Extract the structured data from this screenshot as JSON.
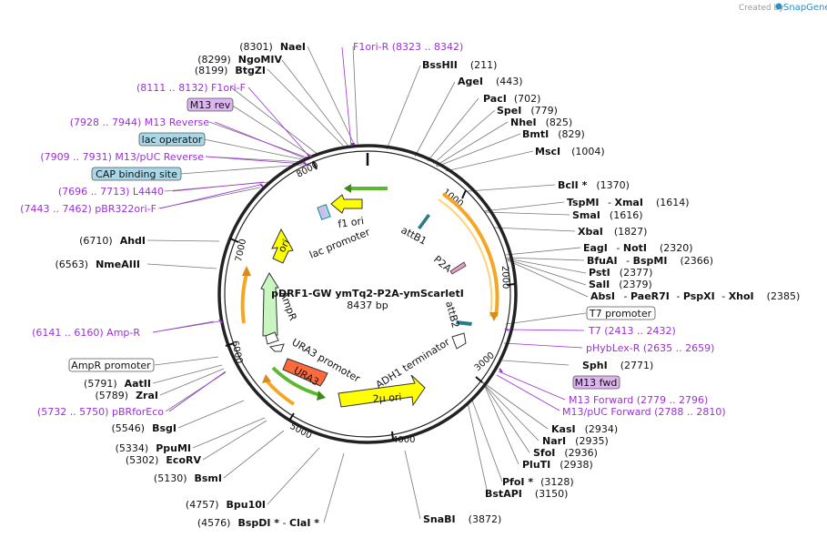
{
  "credit": {
    "prefix": "Created by",
    "brand": "SnapGene"
  },
  "plasmid": {
    "name": "pDRF1-GW ymTq2-P2A-ymScarletI",
    "length": "8437 bp"
  },
  "ticks": [
    "1000",
    "2000",
    "3000",
    "4000",
    "5000",
    "6000",
    "7000",
    "8000"
  ],
  "inner_labels": {
    "f1ori": "f1 ori",
    "lac_promoter": "lac promoter",
    "ori": "ori",
    "attB1": "attB1",
    "P2A": "P2A",
    "attB2": "attB2",
    "AmpR": "AmpR",
    "URA3_promoter": "URA3 promoter",
    "URA3": "URA3",
    "ADH1_terminator": "ADH1 terminator",
    "two_mu_ori": "2μ ori"
  },
  "left": {
    "naei": {
      "pos": "(8301)",
      "name": "NaeI"
    },
    "ngomiv": {
      "pos": "(8299)",
      "name": "NgoMIV"
    },
    "btgzi": {
      "pos": "(8199)",
      "name": "BtgZI"
    },
    "f1orif": {
      "text": "(8111 .. 8132)  F1ori-F"
    },
    "m13rev": {
      "text": "M13 rev"
    },
    "m13reverse": {
      "text": "(7928 .. 7944)  M13 Reverse"
    },
    "lacop": {
      "text": "lac operator"
    },
    "m13pucrev": {
      "text": "(7909 .. 7931)  M13/pUC Reverse"
    },
    "cap": {
      "text": "CAP binding site"
    },
    "l4440": {
      "text": "(7696 .. 7713)  L4440"
    },
    "pbr322": {
      "text": "(7443 .. 7462)  pBR322ori-F"
    },
    "ahdi": {
      "pos": "(6710)",
      "name": "AhdI"
    },
    "nmeaiii": {
      "pos": "(6563)",
      "name": "NmeAIII"
    },
    "ampr_primer": {
      "text": "(6141 .. 6160)  Amp-R"
    },
    "amprprom": {
      "text": "AmpR promoter"
    },
    "aatii": {
      "pos": "(5791)",
      "name": "AatII"
    },
    "zrai": {
      "pos": "(5789)",
      "name": "ZraI"
    },
    "pbrforeco": {
      "text": "(5732 .. 5750)  pBRforEco"
    },
    "bsgi": {
      "pos": "(5546)",
      "name": "BsgI"
    },
    "ppumi": {
      "pos": "(5334)",
      "name": "PpuMI"
    },
    "ecorv": {
      "pos": "(5302)",
      "name": "EcoRV"
    },
    "bsmi": {
      "pos": "(5130)",
      "name": "BsmI"
    },
    "bpu10i": {
      "pos": "(4757)",
      "name": "Bpu10I"
    },
    "bspdi": {
      "pos": "(4576)",
      "name": "BspDI *",
      "sep": " - ",
      "name2": "ClaI *"
    }
  },
  "right": {
    "f1orir": {
      "text": "F1ori-R   (8323 .. 8342)"
    },
    "bsshii": {
      "name": "BssHII",
      "pos": "(211)"
    },
    "agei": {
      "name": "AgeI",
      "pos": "(443)"
    },
    "paci": {
      "name": "PacI",
      "pos": "(702)"
    },
    "spei": {
      "name": "SpeI",
      "pos": "(779)"
    },
    "nhei": {
      "name": "NheI",
      "pos": "(825)"
    },
    "bmti": {
      "name": "BmtI",
      "pos": "(829)"
    },
    "msci": {
      "name": "MscI",
      "pos": "(1004)"
    },
    "bcli": {
      "name": "BclI *",
      "pos": "(1370)"
    },
    "tspmi": {
      "name": "TspMI",
      "sep": " - ",
      "name2": "XmaI",
      "pos": "(1614)"
    },
    "smai": {
      "name": "SmaI",
      "pos": "(1616)"
    },
    "xbai": {
      "name": "XbaI",
      "pos": "(1827)"
    },
    "eagi": {
      "name": "EagI",
      "sep": " - ",
      "name2": "NotI",
      "pos": "(2320)"
    },
    "bfuai": {
      "name": "BfuAI",
      "sep": " - ",
      "name2": "BspMI",
      "pos": "(2366)"
    },
    "psti": {
      "name": "PstI",
      "pos": "(2377)"
    },
    "sali": {
      "name": "SalI",
      "pos": "(2379)"
    },
    "absi": {
      "name": "AbsI",
      "sep": " - ",
      "name2": "PaeR7I",
      "sep2": " - ",
      "name3": "PspXI",
      "sep3": " - ",
      "name4": "XhoI",
      "pos": "(2385)"
    },
    "t7prom": {
      "text": "T7 promoter"
    },
    "t7": {
      "text": "T7   (2413 .. 2432)"
    },
    "phyblex": {
      "text": "pHybLex-R   (2635 .. 2659)"
    },
    "sphi": {
      "name": "SphI",
      "pos": "(2771)"
    },
    "m13fwd": {
      "text": "M13 fwd"
    },
    "m13forward": {
      "text": "M13 Forward   (2779 .. 2796)"
    },
    "m13pucfwd": {
      "text": "M13/pUC Forward   (2788 .. 2810)"
    },
    "kasi": {
      "name": "KasI",
      "pos": "(2934)"
    },
    "nari": {
      "name": "NarI",
      "pos": "(2935)"
    },
    "sfoi": {
      "name": "SfoI",
      "pos": "(2936)"
    },
    "plutI": {
      "name": "PluTI",
      "pos": "(2938)"
    },
    "pfoi": {
      "name": "PfoI *",
      "pos": "(3128)"
    },
    "bstapi": {
      "name": "BstAPI",
      "pos": "(3150)"
    },
    "snabi": {
      "name": "SnaBI",
      "pos": "(3872)"
    }
  },
  "colors": {
    "primer": "#9b30d9",
    "orange": "#f5a623",
    "yellow": "#ffff00",
    "green": "#5cb82e",
    "lightgreen": "#c8f5c0",
    "urared": "#ff6a3d",
    "teal": "#2a7a8a",
    "boxblue": "#a8d8e8",
    "boxpurple": "#dcb4f0"
  }
}
